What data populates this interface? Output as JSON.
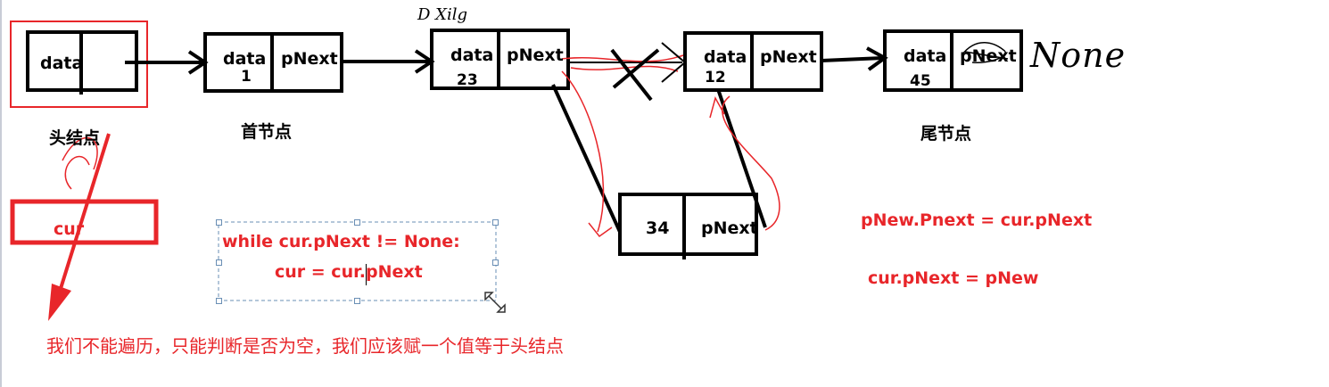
{
  "nodes": [
    {
      "id": "head",
      "data": "data",
      "value": "",
      "next": ""
    },
    {
      "id": "first",
      "data": "data",
      "value": "1",
      "next": "pNext"
    },
    {
      "id": "n23",
      "data": "data",
      "value": "23",
      "next": "pNext"
    },
    {
      "id": "n12",
      "data": "data",
      "value": "12",
      "next": "pNext"
    },
    {
      "id": "n45",
      "data": "data",
      "value": "45",
      "next": "pNext"
    },
    {
      "id": "new",
      "data": "34",
      "value": "",
      "next": "pNext"
    }
  ],
  "labels": {
    "head": "头结点",
    "first": "首节点",
    "tail": "尾节点",
    "cur": "cur",
    "none_scribble": "None",
    "top_scribble": "D Xilg"
  },
  "code": {
    "line1": "while cur.pNext != None:",
    "line2": "cur  = cur.pNext"
  },
  "formulas": {
    "f1": "pNew.Pnext = cur.pNext",
    "f2": "cur.pNext = pNew"
  },
  "note": "我们不能遍历，只能判断是否为空，我们应该赋一个值等于头结点",
  "colors": {
    "accent": "#e8262a",
    "ink": "#000000",
    "selection": "#6a8fb5"
  }
}
